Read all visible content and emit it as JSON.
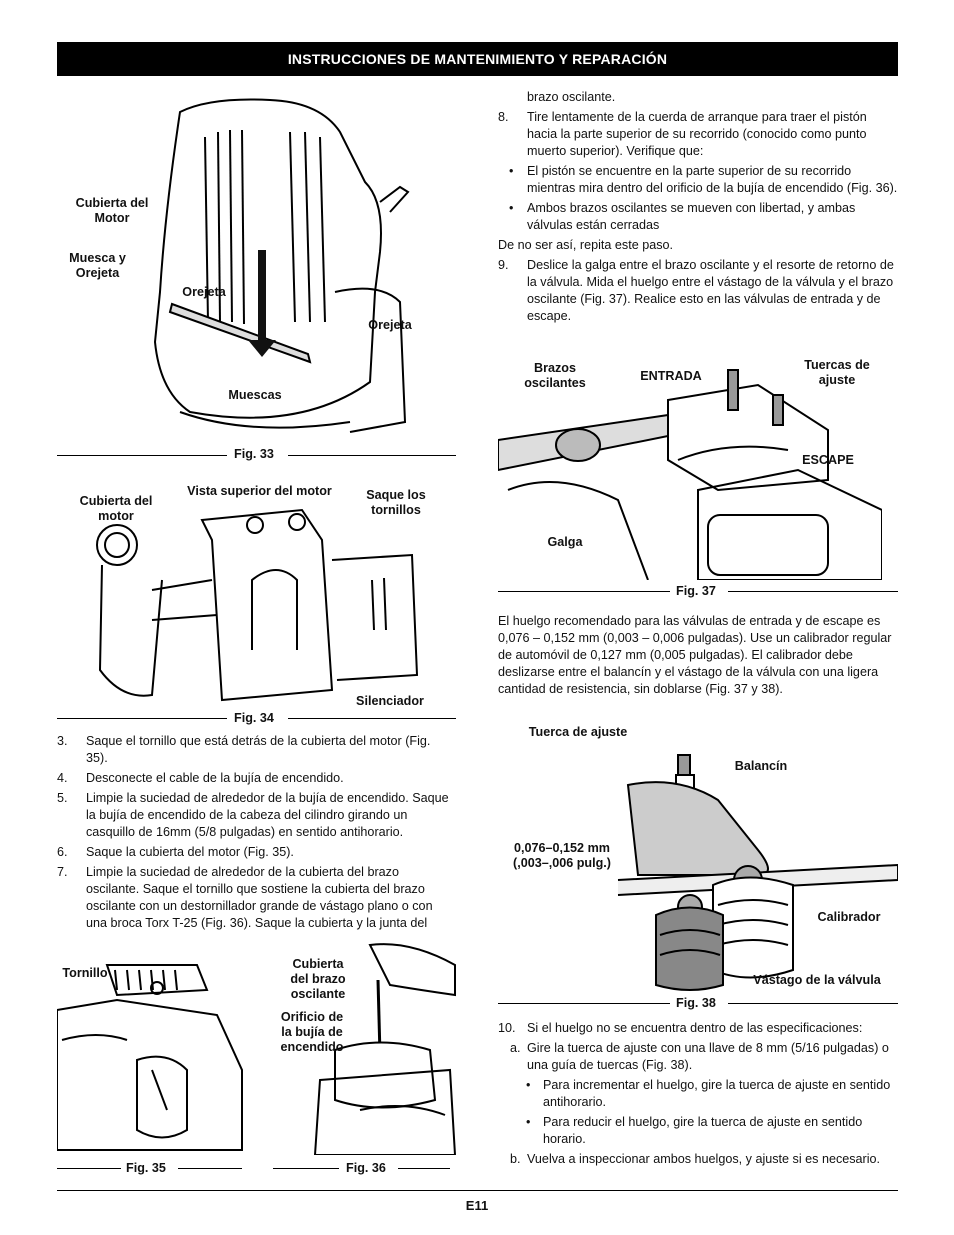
{
  "header": {
    "title": "INSTRUCCIONES DE MANTENIMIENTO Y REPARACIÓN"
  },
  "fig33": {
    "caption": "Fig. 33",
    "labels": {
      "cubierta": "Cubierta del\nMotor",
      "muesca": "Muesca y\nOrejeta",
      "orejeta1": "Orejeta",
      "orejeta2": "Orejeta",
      "muescas": "Muescas"
    }
  },
  "fig34": {
    "caption": "Fig. 34",
    "labels": {
      "cubierta": "Cubierta del\nmotor",
      "vista": "Vista superior del motor",
      "saque": "Saque los\ntornillos",
      "silenciador": "Silenciador"
    }
  },
  "left_steps": [
    {
      "num": "3.",
      "text": "Saque el tornillo que está detrás de la cubierta del motor (Fig. 35)."
    },
    {
      "num": "4.",
      "text": "Desconecte el cable de la bujía de encendido."
    },
    {
      "num": "5.",
      "text": "Limpie la suciedad de alrededor de la bujía de encendido. Saque la bujía de encendido de la cabeza del cilindro girando un casquillo de 16mm (5/8 pulgadas) en sentido antihorario."
    },
    {
      "num": "6.",
      "text": "Saque la cubierta del motor (Fig. 35)."
    },
    {
      "num": "7.",
      "text": "Limpie la suciedad de alrededor de la cubierta del brazo oscilante. Saque el tornillo que sostiene la cubierta del brazo oscilante con un destornillador grande de vástago plano o con una broca Torx T-25  (Fig. 36). Saque la cubierta y la junta del"
    }
  ],
  "fig35": {
    "caption": "Fig. 35",
    "labels": {
      "tornillo": "Tornillo"
    }
  },
  "fig36": {
    "caption": "Fig. 36",
    "labels": {
      "cubierta": "Cubierta\ndel brazo\noscilante",
      "orificio": "Orificio de\nla bujía de\nencendido"
    }
  },
  "right_top": {
    "cont": "brazo oscilante.",
    "step8": {
      "num": "8.",
      "text": "Tire lentamente de la cuerda de arranque para traer el pistón hacia la parte superior de su recorrido (conocido como punto muerto superior). Verifique que:"
    },
    "bullets8": [
      "El pistón se encuentre en la parte superior de su recorrido mientras mira dentro del orificio de la bujía de encendido (Fig. 36).",
      "Ambos brazos oscilantes se mueven con libertad, y ambas válvulas están cerradas"
    ],
    "repeat": "De no ser así, repita este paso.",
    "step9": {
      "num": "9.",
      "text": "Deslice la galga entre el brazo oscilante y el resorte de retorno de la válvula. Mida el huelgo entre el vástago de la válvula y el brazo oscilante (Fig. 37). Realice esto en las válvulas de entrada y de escape."
    }
  },
  "fig37": {
    "caption": "Fig. 37",
    "labels": {
      "brazos": "Brazos\noscilantes",
      "entrada": "ENTRADA",
      "tuercas": "Tuercas de\najuste",
      "escape": "ESCAPE",
      "galga": "Galga"
    }
  },
  "paragraph": "El huelgo recomendado para las válvulas de entrada y de escape es 0,076 – 0,152 mm (0,003 – 0,006 pulgadas). Use un calibrador regular de automóvil de 0,127 mm (0,005 pulgadas). El calibrador debe deslizarse entre el balancín y el vástago de la válvula con una ligera cantidad de resistencia, sin doblarse (Fig. 37 y 38).",
  "fig38": {
    "caption": "Fig. 38",
    "labels": {
      "tuerca": "Tuerca de ajuste",
      "balancin": "Balancín",
      "medida": "0,076–0,152 mm\n(,003–,006 pulg.)",
      "calibrador": "Calibrador",
      "vastago": "Vástago de la válvula"
    }
  },
  "step10": {
    "num": "10.",
    "text": "Si el huelgo no se encuentra dentro de las especificaciones:",
    "a": {
      "num": "a.",
      "text": "Gire la tuerca de ajuste con una llave de 8 mm (5/16 pulgadas) o una guía de tuercas (Fig. 38)."
    },
    "bullets": [
      "Para incrementar el huelgo, gire la tuerca de ajuste en sentido antihorario.",
      "Para reducir el huelgo, gire la tuerca de ajuste en sentido horario."
    ],
    "b": {
      "num": "b.",
      "text": "Vuelva a inspeccionar ambos huelgos, y ajuste si es necesario."
    }
  },
  "page_number": "E11"
}
